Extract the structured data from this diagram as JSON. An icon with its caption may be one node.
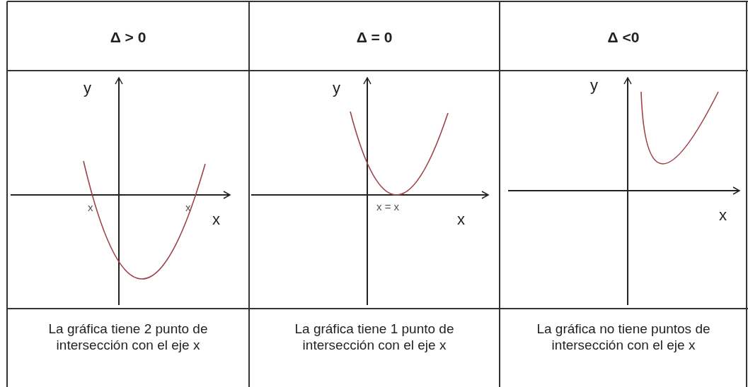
{
  "diagram": {
    "labels": [
      "Δ > 0",
      "Δ = 0",
      "Δ <0",
      "y",
      "x",
      "x",
      "x",
      "y",
      "x = x",
      "x",
      "y",
      "x",
      "La gráfica tiene 2 punto de intersección con el eje x",
      "La gráfica tiene 1 punto de intersección con el eje x",
      "La gráfica no tiene puntos de intersección con el eje x"
    ]
  }
}
